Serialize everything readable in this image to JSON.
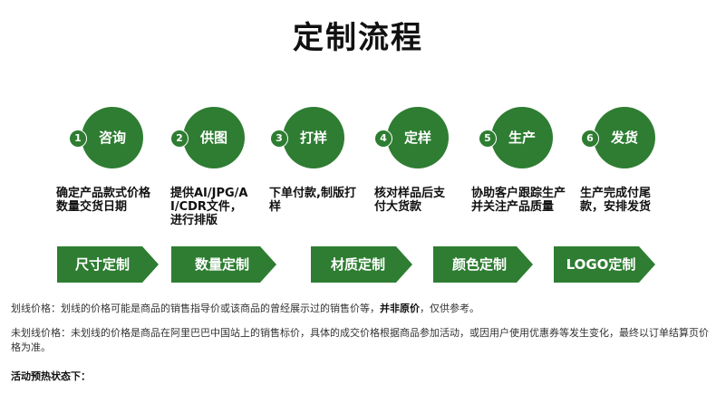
{
  "title": "定制流程",
  "steps": [
    {
      "num": "1",
      "label": "咨询",
      "desc": "确定产品款式价格数量交货日期"
    },
    {
      "num": "2",
      "label": "供图",
      "desc": "提供AI/JPG/AI/CDR文件，进行排版"
    },
    {
      "num": "3",
      "label": "打样",
      "desc": "下单付款,制版打样"
    },
    {
      "num": "4",
      "label": "定样",
      "desc": "核对样品后支付大货款"
    },
    {
      "num": "5",
      "label": "生产",
      "desc": "协助客户跟踪生产并关注产品质量"
    },
    {
      "num": "6",
      "label": "发货",
      "desc": "生产完成付尾款，安排发货"
    }
  ],
  "tags": [
    "尺寸定制",
    "数量定制",
    "材质定制",
    "颜色定制",
    "LOGO定制"
  ],
  "notes": {
    "line1_label": "划线价格：",
    "line1_text": "划线的价格可能是商品的销售指导价或该商品的曾经展示过的销售价等，",
    "line1_bold": "并非原价",
    "line1_tail": "，仅供参考。",
    "line2_label": "未划线价格：",
    "line2_text": "未划线的价格是商品在阿里巴巴中国站上的销售标价，具体的成交价格根据商品参加活动，或因用户使用优惠券等发生变化，最终以订单结算页价格为准。",
    "line3": "活动预热状态下："
  },
  "colors": {
    "accent": "#2e7d32"
  }
}
